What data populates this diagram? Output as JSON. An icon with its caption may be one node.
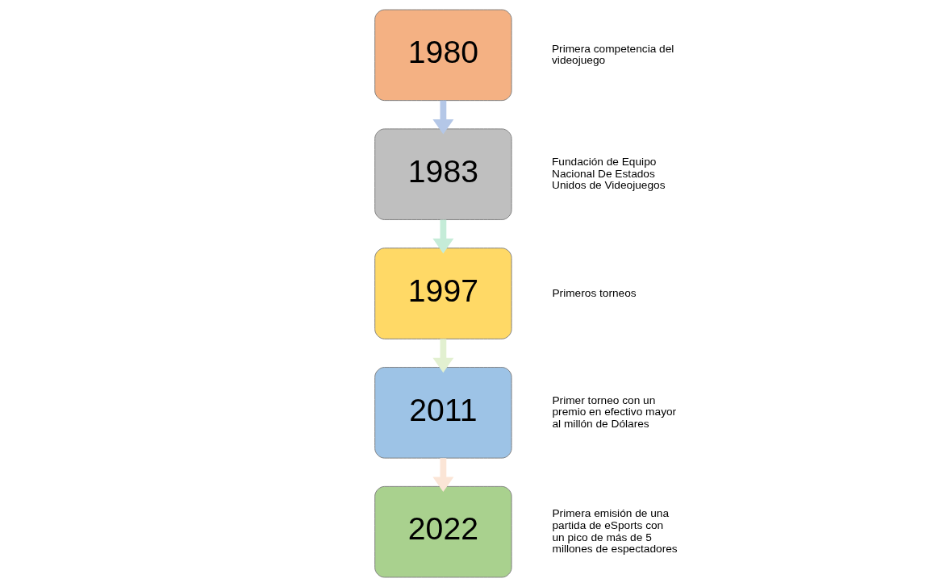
{
  "diagram": {
    "nodes": [
      {
        "text": [
          "1980"
        ],
        "beside": [
          "Primera competencia del videojuego"
        ]
      },
      {
        "text": [
          "1983"
        ],
        "beside": [
          "Fundación de Equipo Nacional De Estados Unidos de Videojuegos"
        ]
      },
      {
        "text": [
          "1997"
        ],
        "beside": [
          "Primeros torneos"
        ]
      },
      {
        "text": [
          "2011"
        ],
        "beside": [
          "Primer torneo con un premio en efectivo mayor al millón de Dólares"
        ]
      },
      {
        "text": [
          "2022"
        ],
        "beside": [
          "Primera emisión de una partida de eSports con un pico de más de 5 millones de espectadores"
        ]
      }
    ],
    "edges": [
      {
        "from": 0,
        "to": 1,
        "arrow": "to",
        "color": "#b4c7e7"
      },
      {
        "from": 1,
        "to": 2,
        "arrow": "to",
        "color": "#c5ecd8"
      },
      {
        "from": 2,
        "to": 3,
        "arrow": "to",
        "color": "#e2f0d0"
      },
      {
        "from": 3,
        "to": 4,
        "arrow": "to",
        "color": "#fbe5d6"
      }
    ]
  }
}
